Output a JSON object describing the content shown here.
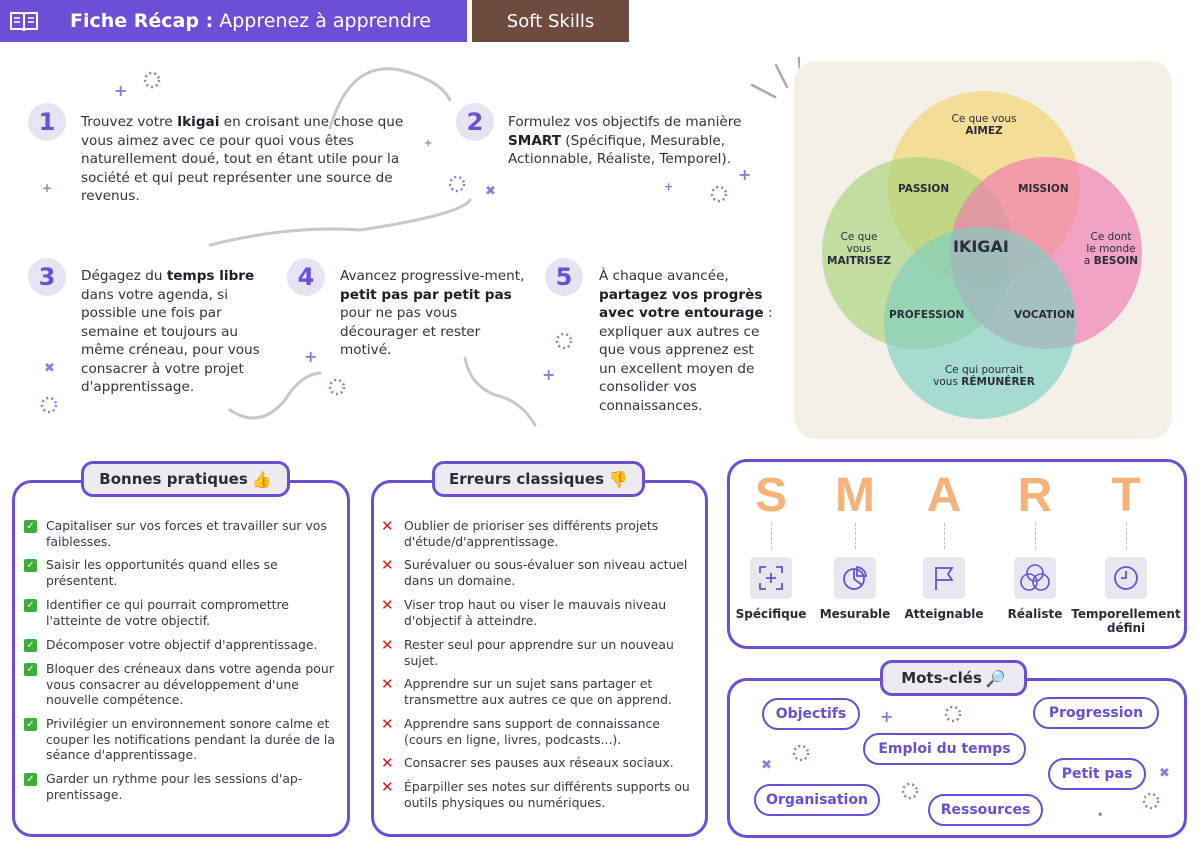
{
  "header": {
    "title_bold": "Fiche Récap :",
    "title_rest": " Apprenez à apprendre",
    "tag": "Soft Skills"
  },
  "steps": [
    {
      "num": "1",
      "parts": [
        "Trouvez votre ",
        "Ikigai",
        " en croisant une chose que vous aimez avec ce pour quoi vous êtes naturellement doué, tout en étant utile pour la société et qui peut représenter une source de revenus."
      ]
    },
    {
      "num": "2",
      "parts": [
        "Formulez vos objectifs de manière ",
        "SMART",
        " (Spécifique, Mesurable, Actionnable, Réaliste, Temporel)."
      ]
    },
    {
      "num": "3",
      "parts": [
        "Dégagez du ",
        "temps libre",
        " dans votre agenda, si possible une fois par semaine et toujours au même créneau, pour vous consacrer à votre projet d'apprentissage."
      ]
    },
    {
      "num": "4",
      "parts": [
        "Avancez progressive-ment, ",
        "petit pas par petit pas",
        " pour ne pas vous décourager et rester motivé."
      ]
    },
    {
      "num": "5",
      "parts": [
        "À chaque avancée, ",
        "partagez vos progrès avec votre entourage",
        " : expliquer aux autres ce que vous apprenez est un excellent moyen de consolider vos connaissances."
      ]
    }
  ],
  "ikigai": {
    "aimez_1": "Ce que vous",
    "aimez_2": "AIMEZ",
    "maitrisez_1": "Ce que",
    "maitrisez_2": "vous",
    "maitrisez_3": "MAITRISEZ",
    "besoin_1": "Ce dont",
    "besoin_2": "le monde",
    "besoin_3": "a ",
    "besoin_4": "BESOIN",
    "remunerer_1": "Ce qui pourrait",
    "remunerer_2": "vous ",
    "remunerer_3": "RÉMUNÉRER",
    "passion": "PASSION",
    "mission": "MISSION",
    "profession": "PROFESSION",
    "vocation": "VOCATION",
    "center": "IKIGAI",
    "colors": {
      "aimez": "#f2d36b",
      "maitrisez": "#a8d27a",
      "besoin": "#f07ab0",
      "remunerer": "#7ccfc2"
    }
  },
  "bonnes": {
    "title": "Bonnes pratiques",
    "emoji": "👍",
    "items": [
      "Capitaliser sur vos forces et travailler sur vos faiblesses.",
      "Saisir les opportunités quand elles se présentent.",
      "Identifier ce qui pourrait compromettre l'atteinte de votre objectif.",
      "Décomposer votre objectif d'apprentissage.",
      "Bloquer des créneaux dans votre agenda pour vous consacrer au développement d'une nouvelle compétence.",
      "Privilégier un environnement sonore calme et couper les notifications pendant la durée de la séance d'apprentissage.",
      "Garder un rythme pour les sessions d'ap-prentissage."
    ]
  },
  "erreurs": {
    "title": "Erreurs classiques",
    "emoji": "👎",
    "items": [
      "Oublier de prioriser ses différents projets d'étude/d'apprentissage.",
      "Surévaluer ou sous-évaluer son niveau actuel dans un domaine.",
      "Viser trop haut ou viser le mauvais niveau d'objectif à atteindre.",
      "Rester seul pour apprendre sur un nouveau sujet.",
      "Apprendre sur un sujet sans partager et transmettre aux autres ce que on apprend.",
      "Apprendre sans support de connaissance (cours en ligne, livres, podcasts...).",
      "Consacrer ses pauses aux réseaux sociaux.",
      "Éparpiller ses notes sur différents supports ou outils physiques ou numériques."
    ]
  },
  "smart": {
    "letters": [
      "S",
      "M",
      "A",
      "R",
      "T"
    ],
    "words": [
      "Spécifique",
      "Mesurable",
      "Atteignable",
      "Réaliste",
      "Temporellement défini"
    ],
    "icons": [
      "target-icon",
      "pie-chart-icon",
      "flag-icon",
      "circles-icon",
      "clock-icon"
    ],
    "accent": "#f7b27a"
  },
  "keywords": {
    "title": "Mots-clés",
    "emoji": "🔎",
    "items": [
      "Objectifs",
      "Progression",
      "Emploi du temps",
      "Petit pas",
      "Organisation",
      "Ressources"
    ]
  },
  "colors": {
    "accent": "#6b4fd6",
    "tag": "#6e4a3f",
    "check": "#3cae3c",
    "cross": "#d91e2b"
  }
}
